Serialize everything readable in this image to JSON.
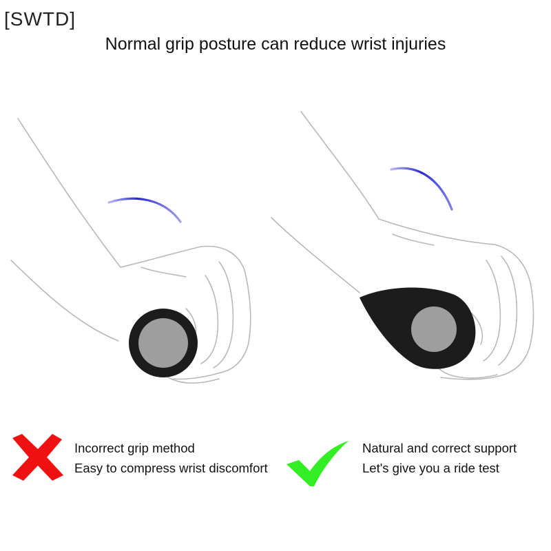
{
  "brand": "[SWTD]",
  "title": "Normal grip posture can reduce wrist injuries",
  "incorrect": {
    "line1": "Incorrect grip method",
    "line2": "Easy to compress wrist discomfort",
    "icon": "red-x-icon"
  },
  "correct": {
    "line1": "Natural and correct support",
    "line2": "Let's give you a ride test",
    "icon": "green-check-icon"
  },
  "colors": {
    "cross": "#ee1111",
    "check": "#33ee22",
    "arc": "#2a2ad4",
    "outline": "#b8b8b8",
    "grip_dark": "#1c1c1c",
    "grip_core": "#9e9e9e"
  }
}
